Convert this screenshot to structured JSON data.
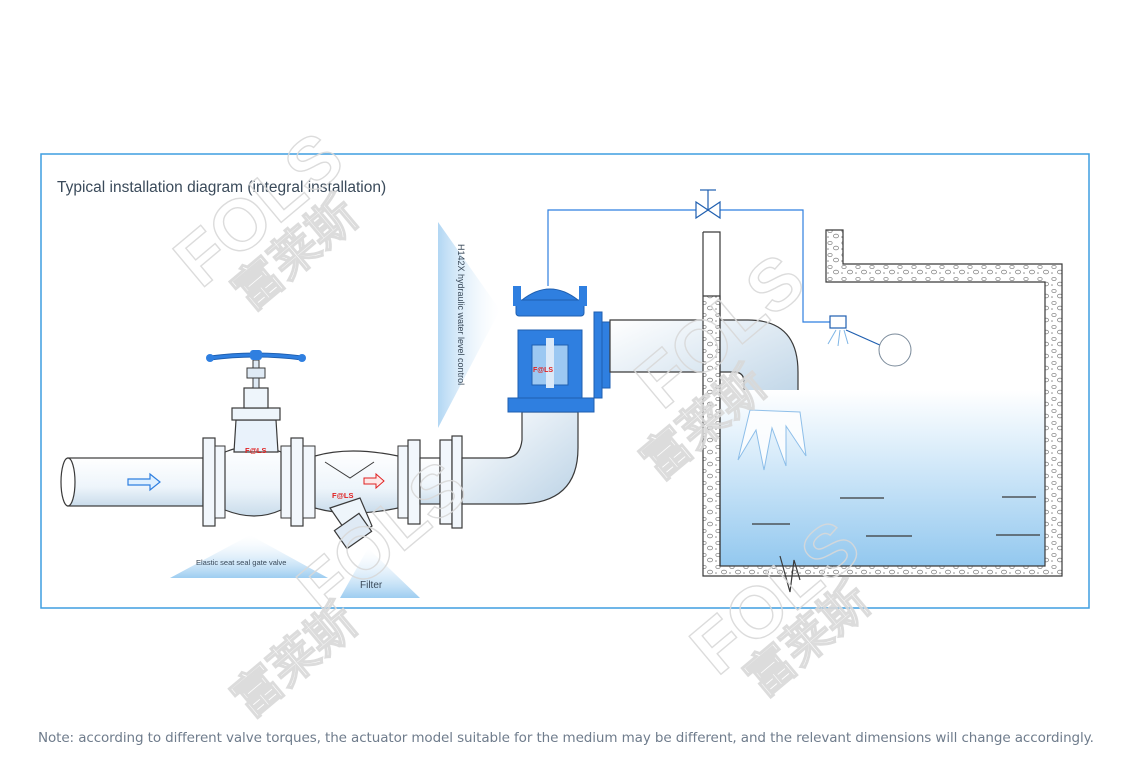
{
  "diagram": {
    "title": "Typical installation diagram (integral installation)",
    "labels": {
      "gate_valve": "Elastic seat seal gate valve",
      "filter": "Filter",
      "control_valve": "H142X hydraulic water level control"
    },
    "brand_mark": "F@LS",
    "watermark": {
      "latin": "FOLS",
      "cjk": "富莱斯"
    },
    "flow_direction": "left-to-right",
    "colors": {
      "frame": "#3f9ee0",
      "pipe_outline": "#3a3a3a",
      "valve_blue": "#2f7fe0",
      "water": "#9fd0f0",
      "brand_red": "#e02020"
    }
  },
  "note": "Note: according to different valve torques, the actuator model suitable for the medium may be different, and the relevant dimensions will change accordingly."
}
